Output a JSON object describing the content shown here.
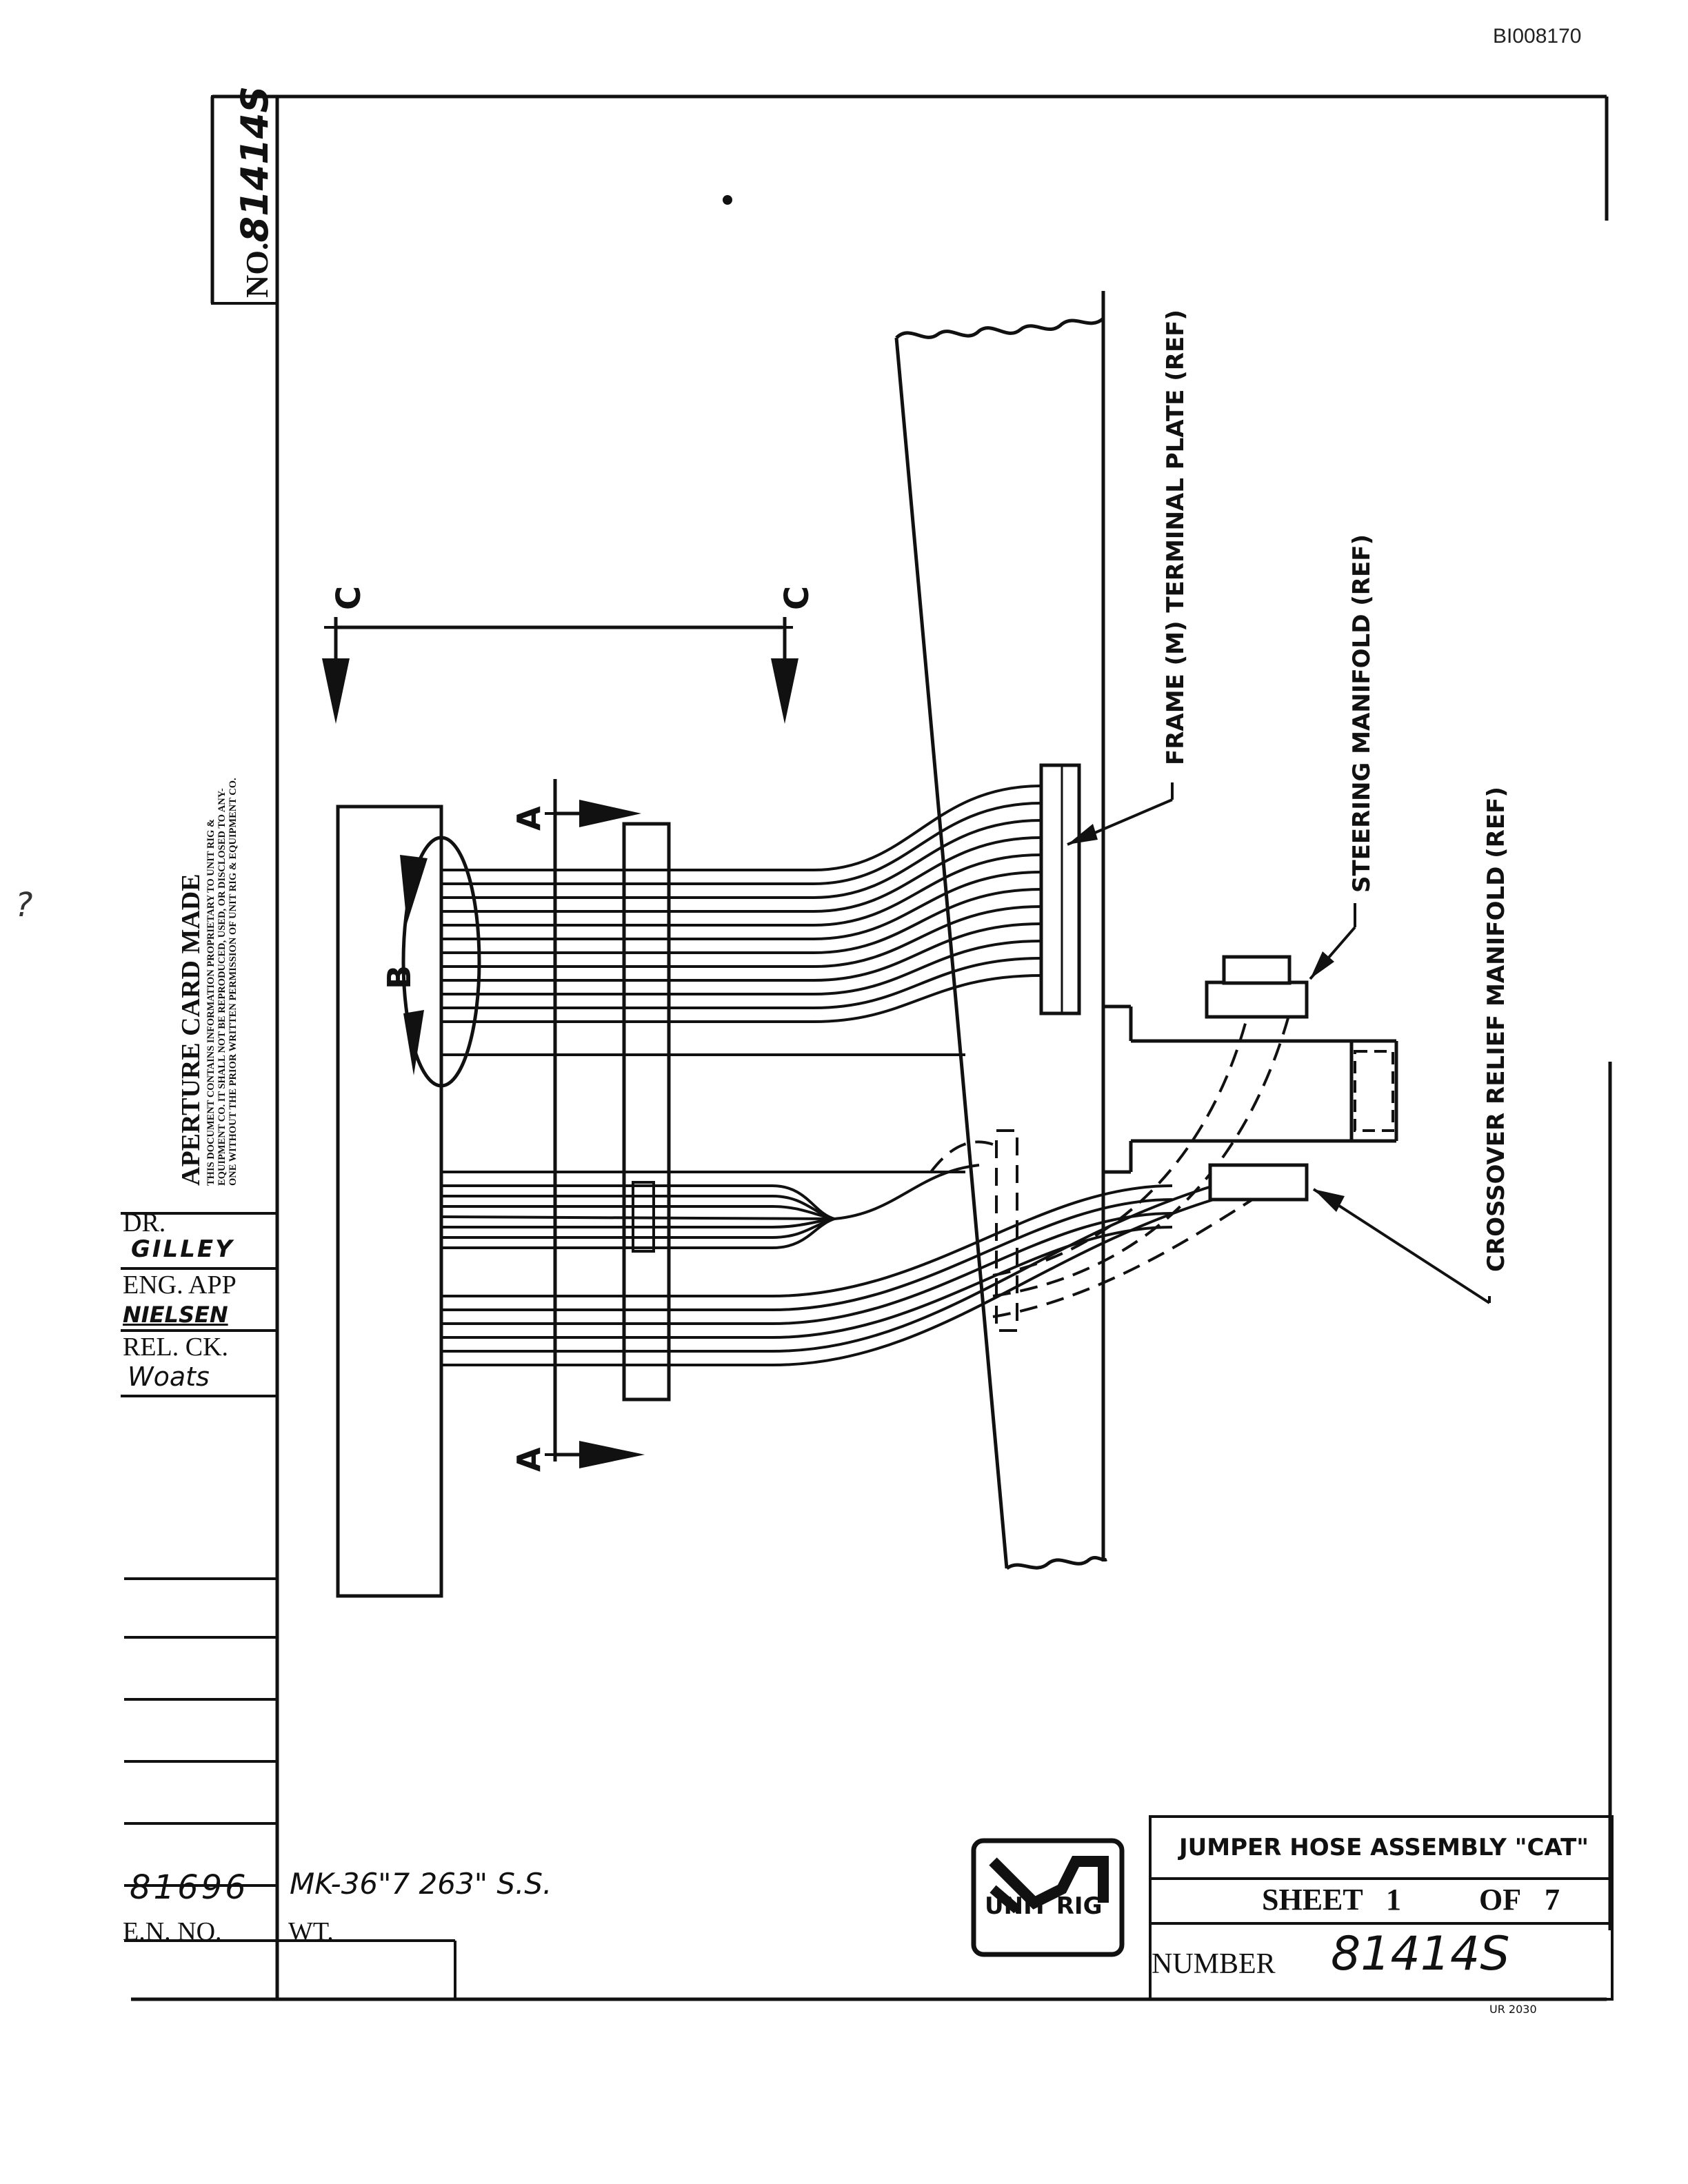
{
  "header": {
    "document_id": "BI008170"
  },
  "drawing_number_box": {
    "prefix": "NO.",
    "number": "81414S"
  },
  "notice": {
    "title": "APERTURE CARD MADE",
    "lines": [
      "THIS DOCUMENT CONTAINS INFORMATION PROPRIETARY TO UNIT RIG &",
      "EQUIPMENT CO. IT SHALL NOT BE REPRODUCED, USED, OR DISCLOSED TO ANY-",
      "ONE WITHOUT THE PRIOR WRITTEN PERMISSION OF UNIT RIG & EQUIPMENT CO."
    ]
  },
  "approvals": {
    "dr_label": "DR.",
    "dr_name": "GILLEY",
    "eng_label": "ENG. APP",
    "eng_name": "NIELSEN",
    "rel_label": "REL. CK.",
    "rel_name": "Woats"
  },
  "section_labels": {
    "c_left": "C",
    "c_right": "C",
    "a_top": "A",
    "a_bottom": "A",
    "b": "B"
  },
  "callouts": {
    "terminal_plate": "FRAME (M) TERMINAL PLATE (REF)",
    "steering_manifold": "STEERING MANIFOLD (REF)",
    "crossover_manifold": "CROSSOVER RELIEF MANIFOLD (REF)"
  },
  "title_block": {
    "title": "JUMPER HOSE ASSEMBLY \"CAT\"",
    "sheet_label": "SHEET",
    "sheet_num": "1",
    "of_label": "OF",
    "of_total": "7",
    "number_label": "NUMBER",
    "number_value": "81414S",
    "logo_text": "UNIT RIG",
    "form_code": "UR 2030",
    "en_value": "81696",
    "en_label": "E.N. NO.",
    "wt_label": "WT.",
    "mk_note": "MK-36\"7 263\" S.S."
  },
  "margin_mark": "?"
}
